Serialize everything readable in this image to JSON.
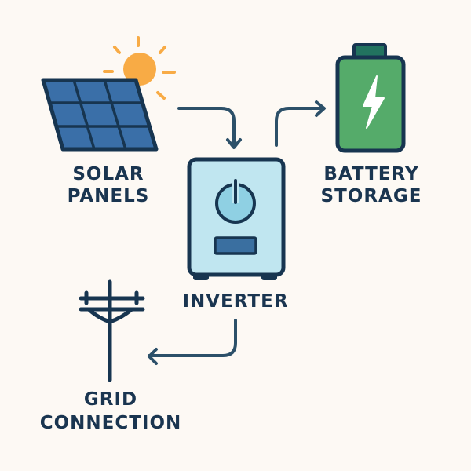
{
  "nodes": {
    "solar": {
      "line1": "SOLAR",
      "line2": "PANELS"
    },
    "battery": {
      "line1": "BATTERY",
      "line2": "STORAGE"
    },
    "inverter": {
      "label": "INVERTER"
    },
    "grid": {
      "line1": "GRID",
      "line2": "CONNECTION"
    }
  },
  "colors": {
    "background": "#fdf9f4",
    "outline": "#173550",
    "arrow": "#2c5069",
    "panel": "#3a6fa8",
    "sun": "#f8ab45",
    "battery": "#55ab6a",
    "inverter": "#c0e6f0"
  }
}
